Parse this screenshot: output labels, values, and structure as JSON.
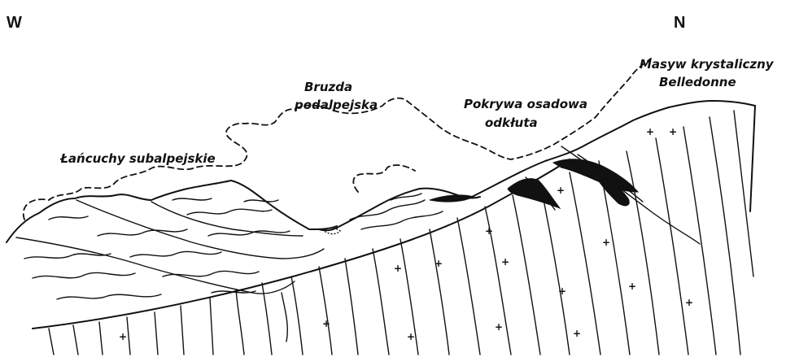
{
  "directions": {
    "west": "W",
    "north": "N"
  },
  "labels": {
    "subalpine_chains": "Łańcuchy subalpejskie",
    "subalpine_furrow_line1": "Bruzda",
    "subalpine_furrow_line2": "podalpejska",
    "detached_cover_line1": "Pokrywa osadowa",
    "detached_cover_line2": "odkłuta",
    "massif_line1": "Masyw krystaliczny",
    "massif_line2": "Belledonne"
  }
}
